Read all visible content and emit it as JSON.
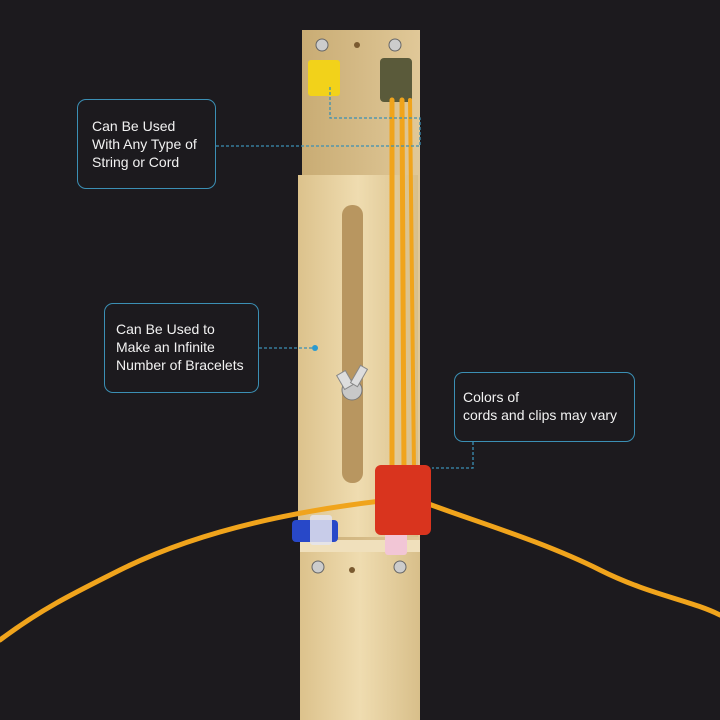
{
  "callouts": [
    {
      "lines": [
        "Can Be Used",
        "With Any Type of",
        "String or Cord"
      ]
    },
    {
      "lines": [
        "Can Be Used to",
        "Make an Infinite",
        "Number of Bracelets"
      ]
    },
    {
      "lines": [
        "Colors of",
        "cords and clips may vary"
      ]
    }
  ],
  "colors": {
    "background": "#1c1a1e",
    "wood": "#e8d3a4",
    "cord": "#f0a41c",
    "callout_border": "#3b8fb4",
    "red_buckle": "#d9341e",
    "green_buckle": "#5a5a3a",
    "yellow_clip": "#f2d21a",
    "blue_clip": "#2848c8"
  }
}
